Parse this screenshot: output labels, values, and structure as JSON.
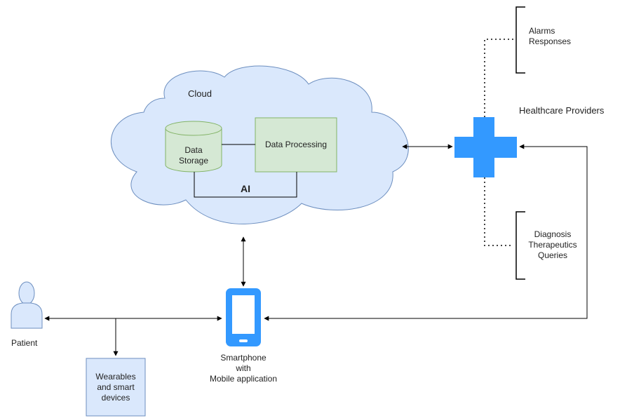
{
  "cloud": {
    "title": "Cloud",
    "data_storage": "Data\nStorage",
    "data_processing": "Data Processing",
    "ai": "AI"
  },
  "healthcare_providers": {
    "title": "Healthcare Providers",
    "outgoing": "Alarms\nResponses",
    "incoming": "Diagnosis\nTherapeutics\nQueries"
  },
  "patient": {
    "label": "Patient"
  },
  "wearables": {
    "label": "Wearables\nand smart\ndevices"
  },
  "smartphone": {
    "label": "Smartphone\nwith\nMobile application"
  },
  "colors": {
    "cloud_fill": "#dae8fc",
    "cloud_stroke": "#6c8ebf",
    "green_fill": "#d5e8d4",
    "green_stroke": "#82b366",
    "blue_accent": "#3399ff",
    "line": "#000000"
  },
  "icons": {
    "patient": "person-icon",
    "smartphone": "smartphone-icon",
    "healthcare": "medical-cross-icon",
    "storage": "database-cylinder-icon"
  }
}
